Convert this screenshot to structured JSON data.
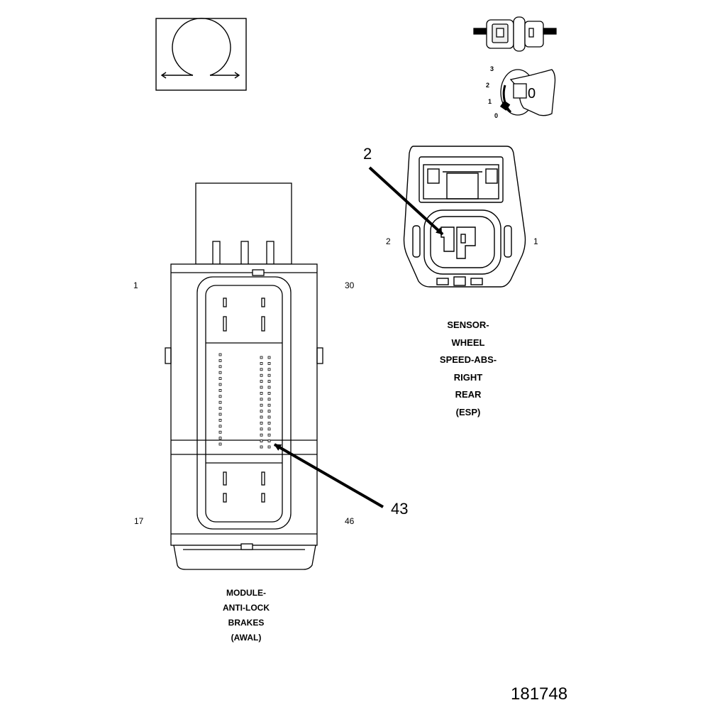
{
  "sensor_connector": {
    "callout": "2",
    "pin_left": "2",
    "pin_right": "1",
    "title_lines": [
      "SENSOR-",
      "WHEEL",
      "SPEED-ABS-",
      "RIGHT",
      "REAR",
      "(ESP)"
    ]
  },
  "module_connector": {
    "callout": "43",
    "pin_top_left": "1",
    "pin_top_right": "30",
    "pin_bottom_left": "17",
    "pin_bottom_right": "46",
    "title_lines": [
      "MODULE-",
      "ANTI-LOCK",
      "BRAKES",
      "(AWAL)"
    ]
  },
  "ignition_switch": {
    "positions": [
      "3",
      "2",
      "1",
      "0"
    ],
    "key_glyph": "0"
  },
  "figure_number": "181748",
  "icons": [
    "connector-view-symbol-icon",
    "connector-plug-icon",
    "ignition-key-icon"
  ]
}
